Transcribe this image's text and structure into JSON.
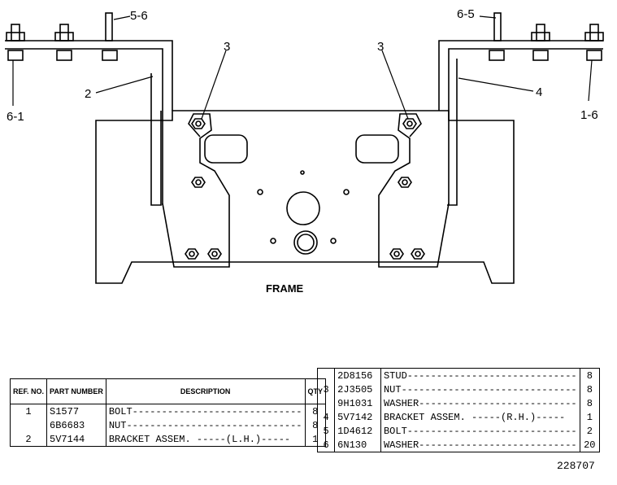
{
  "callouts": {
    "c61": "6-1",
    "c2": "2",
    "c56": "5-6",
    "c3l": "3",
    "c3r": "3",
    "c65": "6-5",
    "c4": "4",
    "c16": "1-6"
  },
  "frame_label": "FRAME",
  "left_table": {
    "headers": {
      "ref": "REF. NO.",
      "part": "PART NUMBER",
      "desc": "DESCRIPTION",
      "qty": "QTY"
    },
    "rows": [
      {
        "ref": "1",
        "part": "S1577",
        "desc": "BOLT-----------------------------",
        "qty": "8"
      },
      {
        "ref": "",
        "part": "6B6683",
        "desc": "NUT------------------------------",
        "qty": "8"
      },
      {
        "ref": "2",
        "part": "5V7144",
        "desc": "BRACKET ASSEM. -----(L.H.)-----",
        "qty": "1"
      }
    ]
  },
  "right_table": {
    "rows": [
      {
        "ref": "",
        "part": "2D8156",
        "desc": "STUD-----------------------------",
        "qty": "8"
      },
      {
        "ref": "3",
        "part": "2J3505",
        "desc": "NUT------------------------------",
        "qty": "8"
      },
      {
        "ref": "",
        "part": "9H1031",
        "desc": "WASHER---------------------------",
        "qty": "8"
      },
      {
        "ref": "4",
        "part": "5V7142",
        "desc": "BRACKET ASSEM. -----(R.H.)-----",
        "qty": "1"
      },
      {
        "ref": "5",
        "part": "1D4612",
        "desc": "BOLT-----------------------------",
        "qty": "2"
      },
      {
        "ref": "6",
        "part": "6N130",
        "desc": "WASHER---------------------------",
        "qty": "20"
      }
    ]
  },
  "drawing_number": "228707"
}
